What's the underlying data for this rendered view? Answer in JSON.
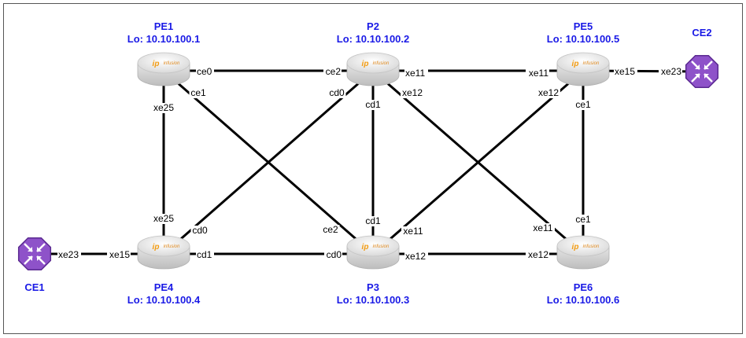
{
  "colors": {
    "node_label": "#1a1ae6",
    "link": "#000000",
    "router_body": "#f2f2f2",
    "router_top": "#ffffff",
    "ce_fill": "#8e52c9",
    "ce_stroke": "#5b2a91"
  },
  "routers": [
    {
      "id": "PE1",
      "name": "PE1",
      "lo": "Lo: 10.10.100.1",
      "icon": "router-icon"
    },
    {
      "id": "P2",
      "name": "P2",
      "lo": "Lo: 10.10.100.2",
      "icon": "router-icon"
    },
    {
      "id": "PE5",
      "name": "PE5",
      "lo": "Lo: 10.10.100.5",
      "icon": "router-icon"
    },
    {
      "id": "PE4",
      "name": "PE4",
      "lo": "Lo: 10.10.100.4",
      "icon": "router-icon"
    },
    {
      "id": "P3",
      "name": "P3",
      "lo": "Lo: 10.10.100.3",
      "icon": "router-icon"
    },
    {
      "id": "PE6",
      "name": "PE6",
      "lo": "Lo: 10.10.100.6",
      "icon": "router-icon"
    }
  ],
  "router_brand": {
    "prefix": "ip",
    "text": "infusion"
  },
  "customer_edges": [
    {
      "id": "CE1",
      "name": "CE1",
      "icon": "customer-edge-router-icon"
    },
    {
      "id": "CE2",
      "name": "CE2",
      "icon": "customer-edge-router-icon"
    }
  ],
  "links": [
    {
      "a": "PE1",
      "b": "P2",
      "a_port": "ce0",
      "b_port": "ce2"
    },
    {
      "a": "P2",
      "b": "PE5",
      "a_port": "xe11",
      "b_port": "xe11"
    },
    {
      "a": "PE5",
      "b": "CE2",
      "a_port": "xe15",
      "b_port": "xe23"
    },
    {
      "a": "PE1",
      "b": "PE4",
      "a_port": "xe25",
      "b_port": "xe25"
    },
    {
      "a": "PE1",
      "b": "P3",
      "a_port": "ce1",
      "b_port": "ce2"
    },
    {
      "a": "P2",
      "b": "PE4",
      "a_port": "cd0",
      "b_port": "cd0"
    },
    {
      "a": "P2",
      "b": "P3",
      "a_port": "cd1",
      "b_port": "cd1"
    },
    {
      "a": "P2",
      "b": "PE6",
      "a_port": "xe12",
      "b_port": "xe11"
    },
    {
      "a": "PE5",
      "b": "P3",
      "a_port": "xe12",
      "b_port": "xe11"
    },
    {
      "a": "PE5",
      "b": "PE6",
      "a_port": "ce1",
      "b_port": "ce1"
    },
    {
      "a": "CE1",
      "b": "PE4",
      "a_port": "xe23",
      "b_port": "xe15"
    },
    {
      "a": "PE4",
      "b": "P3",
      "a_port": "cd1",
      "b_port": "cd0"
    },
    {
      "a": "P3",
      "b": "PE6",
      "a_port": "xe12",
      "b_port": "xe12"
    }
  ]
}
